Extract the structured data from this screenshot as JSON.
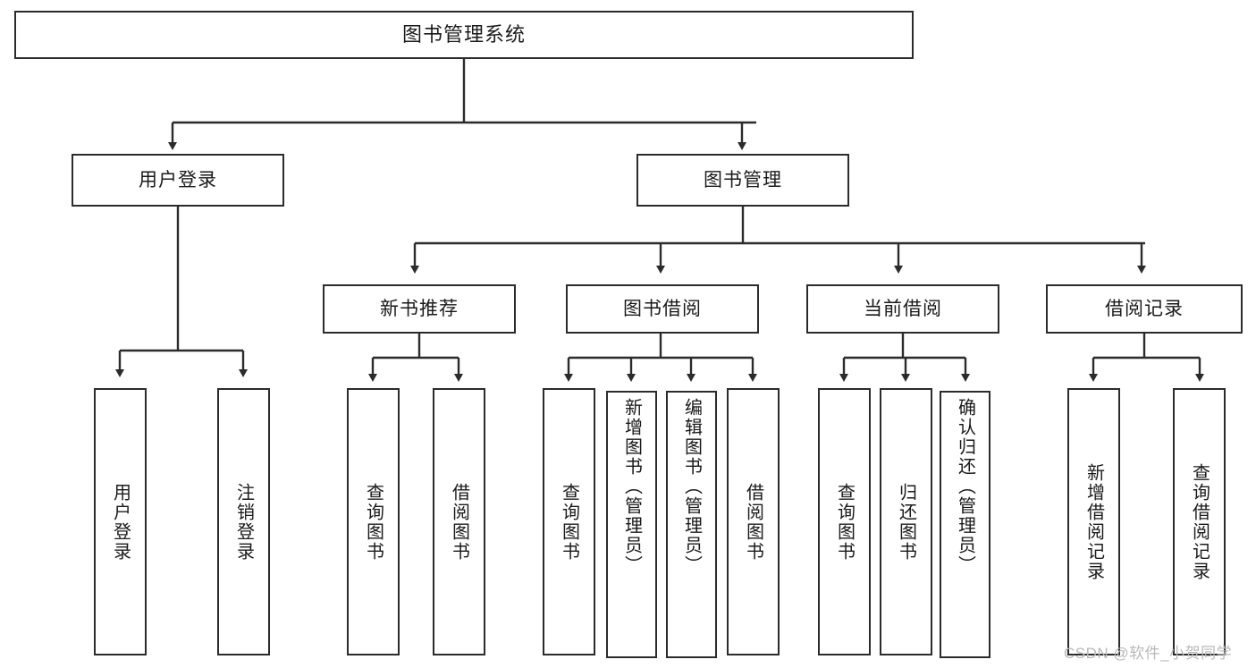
{
  "diagram": {
    "type": "tree-hierarchy",
    "title": "图书管理系统",
    "watermark": "CSDN @软件_小贺同学",
    "colors": {
      "stroke": "#2b2b2b",
      "fill": "#ffffff",
      "text": "#1a1a1a",
      "watermark": "#b9b9b9"
    },
    "nodes": {
      "root": {
        "label": "图书管理系统"
      },
      "level2": [
        {
          "id": "user-login",
          "label": "用户登录"
        },
        {
          "id": "book-manage",
          "label": "图书管理"
        }
      ],
      "level3": [
        {
          "id": "new-book-rec",
          "label": "新书推荐"
        },
        {
          "id": "book-borrow",
          "label": "图书借阅"
        },
        {
          "id": "current-borrow",
          "label": "当前借阅"
        },
        {
          "id": "borrow-record",
          "label": "借阅记录"
        }
      ],
      "leaves": {
        "user_login": [
          {
            "id": "leaf-user-login",
            "label": "用户登录"
          },
          {
            "id": "leaf-logout",
            "label": "注销登录"
          }
        ],
        "new_book_rec": [
          {
            "id": "leaf-query-book-1",
            "label": "查询图书"
          },
          {
            "id": "leaf-borrow-book-1",
            "label": "借阅图书"
          }
        ],
        "book_borrow": [
          {
            "id": "leaf-query-book-2",
            "label": "查询图书"
          },
          {
            "id": "leaf-add-book",
            "label": "新增图书（管理员）"
          },
          {
            "id": "leaf-edit-book",
            "label": "编辑图书（管理员）"
          },
          {
            "id": "leaf-borrow-book-2",
            "label": "借阅图书"
          }
        ],
        "current_borrow": [
          {
            "id": "leaf-query-book-3",
            "label": "查询图书"
          },
          {
            "id": "leaf-return-book",
            "label": "归还图书"
          },
          {
            "id": "leaf-confirm-return",
            "label": "确认归还（管理员）"
          }
        ],
        "borrow_record": [
          {
            "id": "leaf-add-record",
            "label": "新增借阅记录"
          },
          {
            "id": "leaf-query-record",
            "label": "查询借阅记录"
          }
        ]
      }
    }
  }
}
